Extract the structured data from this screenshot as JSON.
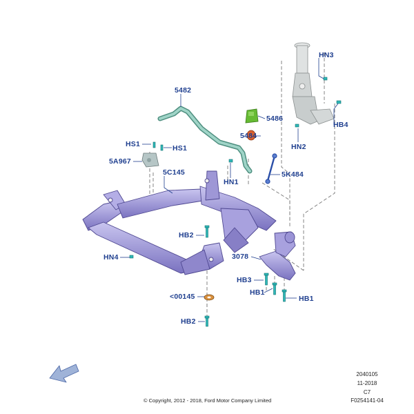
{
  "labels": {
    "hn3": "HN3",
    "c5482": "5482",
    "c5486": "5486",
    "hb4": "HB4",
    "c5484": "5484",
    "hn2": "HN2",
    "hs1_top": "HS1",
    "hs1_right": "HS1",
    "c5a967": "5A967",
    "c5c145": "5C145",
    "c5k484": "5K484",
    "hn1": "HN1",
    "hb2_upper": "HB2",
    "hn4": "HN4",
    "c3078": "3078",
    "hb3": "HB3",
    "c00145": "<00145",
    "hb1_left": "HB1",
    "hb1_right": "HB1",
    "hb2_lower": "HB2"
  },
  "footer": {
    "code1": "2040105",
    "code2": "11-2018",
    "code3": "C7",
    "code4": "F0254141-04",
    "copyright": "© Copyright, 2012 - 2018, Ford Motor Company Limited"
  },
  "colors": {
    "label_blue": "#1f3f8f",
    "subframe_purple": "#8b84c9",
    "stabilizer_green": "#7fc2b2",
    "bushing_orange": "#d9602e",
    "bracket_green": "#66bb33",
    "fastener_teal": "#2fb8b8",
    "strut_grey": "#d4d8d8",
    "arrow_blue": "#9fb3d8"
  },
  "icons": {
    "orientation": "arrow-icon"
  }
}
